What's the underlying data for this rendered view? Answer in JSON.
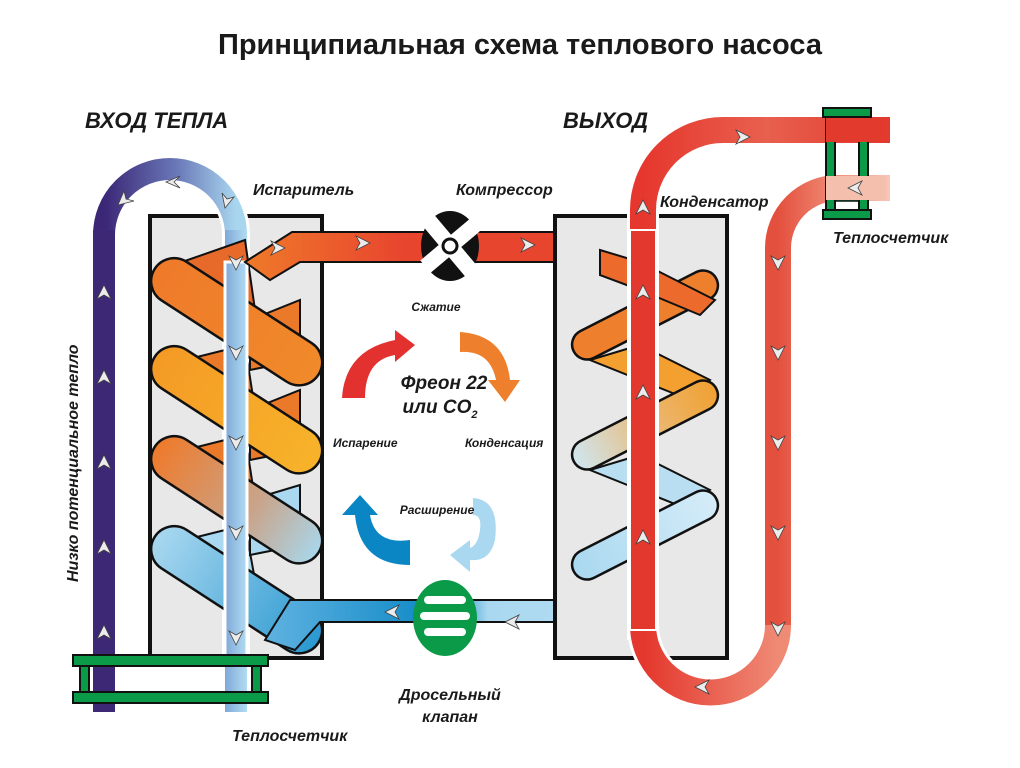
{
  "title": "Принципиальная схема теплового насоса",
  "labels": {
    "heat_input": "ВХОД ТЕПЛА",
    "heat_output": "ВЫХОД",
    "evaporator": "Испаритель",
    "compressor": "Компрессор",
    "condenser": "Конденсатор",
    "heat_meter_top": "Теплосчетчик",
    "heat_meter_bottom": "Теплосчетчик",
    "low_potential_heat": "Низко потенциальное тепло",
    "throttle_line1": "Дросельный",
    "throttle_line2": "клапан"
  },
  "cycle": {
    "compression": "Сжатие",
    "evaporation": "Испарение",
    "condensation": "Конденсация",
    "expansion": "Расширение",
    "refrigerant_line1": "Фреон 22",
    "refrigerant_line2_prefix": "или CO",
    "refrigerant_line2_sub": "2"
  },
  "colors": {
    "hot_red": "#e53a2f",
    "orange": "#ef7d2a",
    "amber": "#f6a623",
    "cold_blue": "#0a86c4",
    "light_blue": "#a9d8f0",
    "violet": "#3e2a7a",
    "salmon": "#ef8a75",
    "valve_green": "#0a9a48",
    "panel_grey": "#e8e8e8"
  }
}
